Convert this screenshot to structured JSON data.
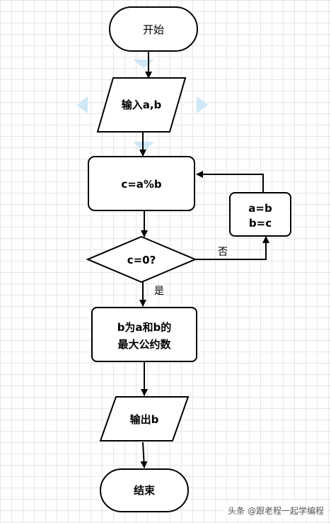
{
  "nodes": {
    "start": "开始",
    "input": "输入a,b",
    "compute": "c=a%b",
    "swap_line1": "a=b",
    "swap_line2": "b=c",
    "decision": "c=0?",
    "result_line1": "b为a和b的",
    "result_line2": "最大公约数",
    "output": "输出b",
    "end": "结束"
  },
  "edges": {
    "no_label": "否",
    "yes_label": "是"
  },
  "watermark": "头条 @跟老程一起学编程",
  "colors": {
    "stroke": "#000000",
    "fill": "#ffffff",
    "grid": "#e6e6e6",
    "selection_hint": "#cfe8f8"
  }
}
